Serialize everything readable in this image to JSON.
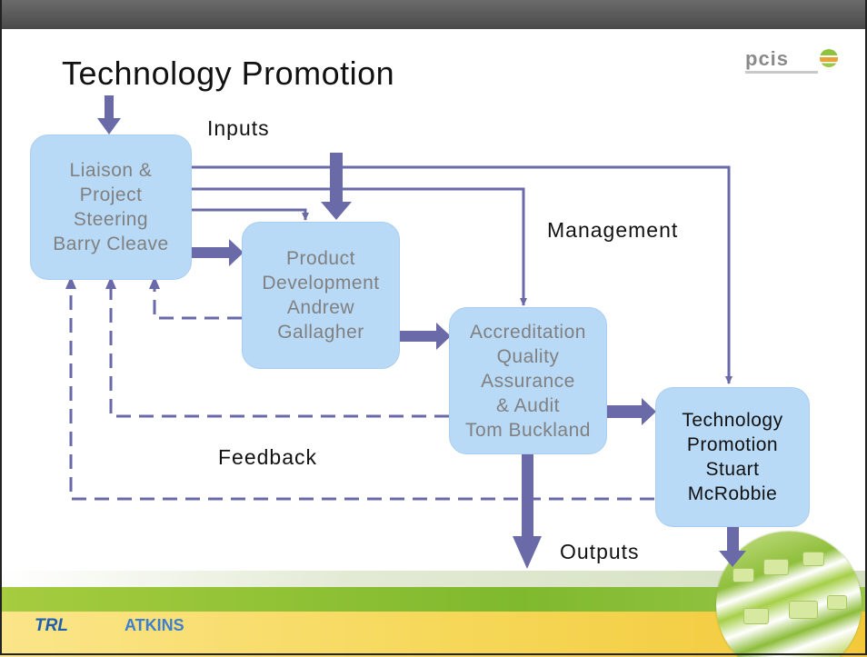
{
  "slide": {
    "title": "Technology Promotion",
    "logo_text": "pcis"
  },
  "boxes": {
    "liaison": "Liaison &\nProject\nSteering\nBarry Cleave",
    "product": "Product\nDevelopment\nAndrew\nGallagher",
    "accreditation": "Accreditation\nQuality\nAssurance\n& Audit\nTom Buckland",
    "promotion": "Technology\nPromotion\nStuart\nMcRobbie"
  },
  "labels": {
    "inputs": "Inputs",
    "management": "Management",
    "feedback": "Feedback",
    "outputs": "Outputs"
  },
  "footer": {
    "trl_logo": "TRL",
    "atkins_logo": "ATKINS"
  },
  "colors": {
    "box_fill": "#b9daf7",
    "arrow": "#6a6aa8",
    "faded_text": "#808080"
  }
}
